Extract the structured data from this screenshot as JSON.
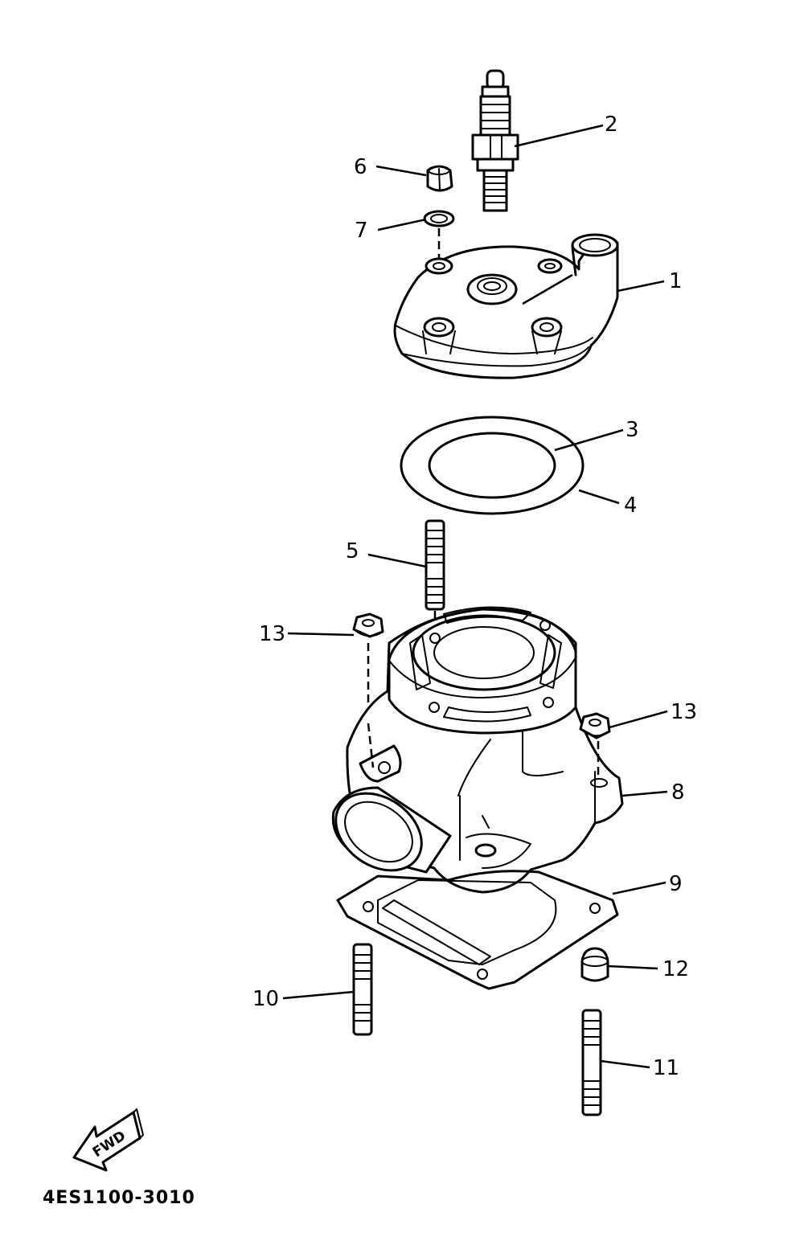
{
  "diagram": {
    "drawing_code": "4ES1100-3010",
    "direction_marker": "FWD",
    "callouts": [
      {
        "id": "c1",
        "label": "1"
      },
      {
        "id": "c2",
        "label": "2"
      },
      {
        "id": "c3",
        "label": "3"
      },
      {
        "id": "c4",
        "label": "4"
      },
      {
        "id": "c5",
        "label": "5"
      },
      {
        "id": "c6",
        "label": "6"
      },
      {
        "id": "c7",
        "label": "7"
      },
      {
        "id": "c8",
        "label": "8"
      },
      {
        "id": "c9",
        "label": "9"
      },
      {
        "id": "c10",
        "label": "10"
      },
      {
        "id": "c11",
        "label": "11"
      },
      {
        "id": "c12",
        "label": "12"
      },
      {
        "id": "c13a",
        "label": "13"
      },
      {
        "id": "c13b",
        "label": "13"
      }
    ]
  }
}
